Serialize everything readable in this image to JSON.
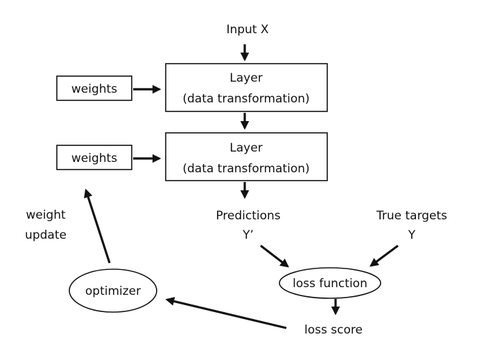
{
  "input_label": "Input X",
  "layer1": {
    "line1": "Layer",
    "line2": "(data transformation)"
  },
  "layer2": {
    "line1": "Layer",
    "line2": "(data transformation)"
  },
  "weights1_label": "weights",
  "weights2_label": "weights",
  "predictions": {
    "line1": "Predictions",
    "line2": "Y’"
  },
  "true_targets": {
    "line1": "True targets",
    "line2": "Y"
  },
  "loss_function_label": "loss function",
  "loss_score_label": "loss score",
  "optimizer_label": "optimizer",
  "weight_update": {
    "line1": "weight",
    "line2": "update"
  }
}
